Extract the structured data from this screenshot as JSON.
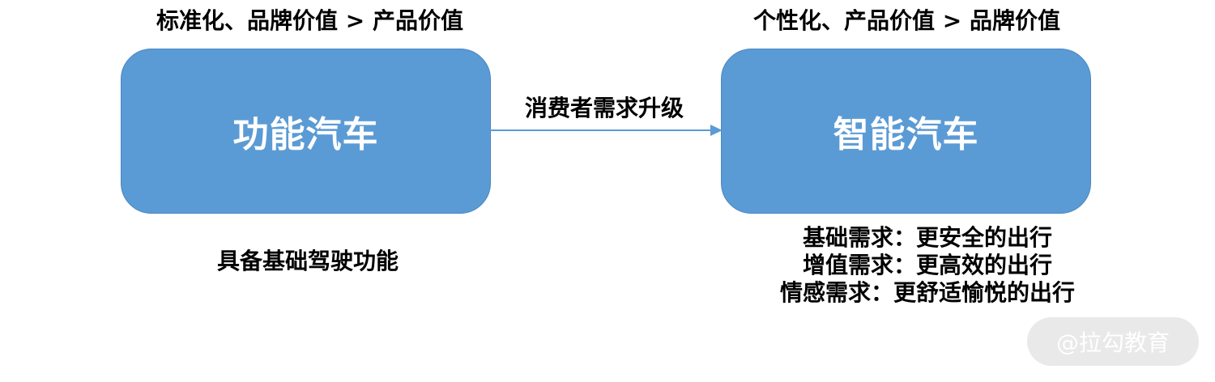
{
  "colors": {
    "box_fill": "#5b9bd5",
    "box_text": "#ffffff",
    "arrow": "#5b9bd5",
    "text": "#000000",
    "watermark_bg": "#e9e9e9"
  },
  "left": {
    "heading": "标准化、品牌价值 > 产品价值",
    "box_label": "功能汽车",
    "note": "具备基础驾驶功能"
  },
  "arrow": {
    "label": "消费者需求升级",
    "icon": "arrow-right-icon"
  },
  "right": {
    "heading": "个性化、产品价值 > 品牌价值",
    "box_label": "智能汽车",
    "needs": [
      "基础需求：更安全的出行",
      "增值需求：更高效的出行",
      "情感需求：更舒适愉悦的出行"
    ]
  },
  "watermark": {
    "text": "@拉勾教育"
  }
}
